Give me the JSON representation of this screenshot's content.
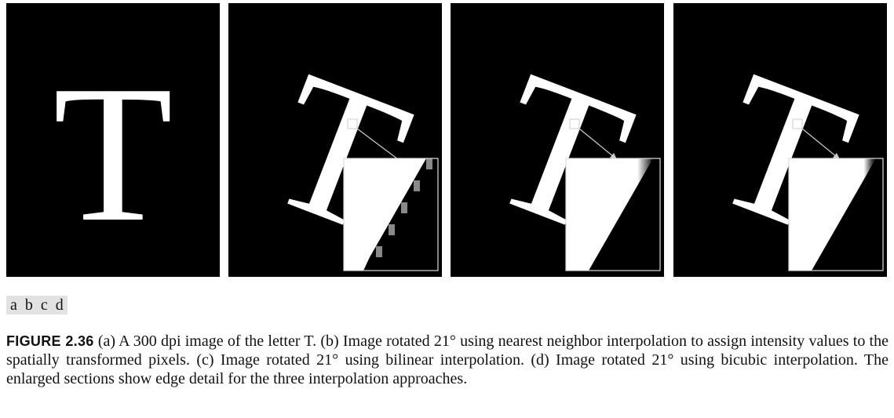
{
  "panels": {
    "a": {
      "letter": "T",
      "rotation_deg": 0
    },
    "b": {
      "letter": "T",
      "rotation_deg": 21,
      "interpolation": "nearest neighbor"
    },
    "c": {
      "letter": "T",
      "rotation_deg": 21,
      "interpolation": "bilinear"
    },
    "d": {
      "letter": "T",
      "rotation_deg": 21,
      "interpolation": "bicubic"
    }
  },
  "subfigure_labels": [
    "a",
    "b",
    "c",
    "d"
  ],
  "caption": {
    "figure_label": "FIGURE 2.36",
    "text": " (a) A 300 dpi image of the letter T. (b) Image rotated 21° using nearest neighbor interpolation to assign intensity values to the spatially transformed pixels. (c) Image rotated 21° using bilinear interpolation. (d) Image rotated 21° using bicubic interpolation. The enlarged sections show edge detail for the three interpolation approaches."
  },
  "colors": {
    "background": "#000000",
    "letter": "#ffffff",
    "label_bg": "#e2e2e2"
  }
}
